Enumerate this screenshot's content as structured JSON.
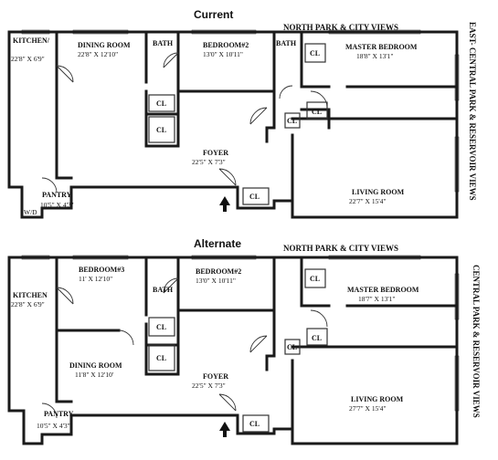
{
  "current": {
    "title": "Current",
    "view_top": "NORTH PARK & CITY VIEWS",
    "view_side": "EAST- CENTRAL PARK & RESERVOIR VIEWS",
    "rooms": {
      "kitchen": {
        "name": "KITCHEN/",
        "dim": "22'8\" X 6'9\""
      },
      "dining": {
        "name": "DINING ROOM",
        "dim": "22'8\" X 12'10\""
      },
      "bath1": {
        "name": "BATH"
      },
      "bedroom2": {
        "name": "BEDROOM#2",
        "dim": "13'0\" X 10'11\""
      },
      "bath2": {
        "name": "BATH"
      },
      "master": {
        "name": "MASTER BEDROOM",
        "dim": "18'8\" X 13'1\""
      },
      "foyer": {
        "name": "FOYER",
        "dim": "22'5\" X 7'3\""
      },
      "living": {
        "name": "LIVING ROOM",
        "dim": "22'7\" X 15'4\""
      },
      "pantry": {
        "name": "PANTRY",
        "dim": "10'5\" X 4'3\""
      },
      "wd": {
        "name": "W/D"
      }
    },
    "closet_label": "CL"
  },
  "alternate": {
    "title": "Alternate",
    "view_top": "NORTH PARK & CITY VIEWS",
    "view_side": "CENTRAL PARK & RESERVOIR VIEWS",
    "rooms": {
      "kitchen": {
        "name": "KITCHEN",
        "dim": "22'8\" X 6'9\""
      },
      "bedroom3": {
        "name": "BEDROOM#3",
        "dim": "11' X 12'10\""
      },
      "bath": {
        "name": "BATH"
      },
      "bedroom2": {
        "name": "BEDROOM#2",
        "dim": "13'0\" X 10'11\""
      },
      "master": {
        "name": "MASTER BEDROOM",
        "dim": "18'7\" X 13'1\""
      },
      "dining": {
        "name": "DINING ROOM",
        "dim": "11'8\" X 12'10'"
      },
      "foyer": {
        "name": "FOYER",
        "dim": "22'5\" X 7'3\""
      },
      "living": {
        "name": "LIVING ROOM",
        "dim": "27'7\" X 15'4\""
      },
      "pantry": {
        "name": "PANTRY",
        "dim": "10'5\" X 4'3\""
      }
    },
    "closet_label": "CL"
  }
}
